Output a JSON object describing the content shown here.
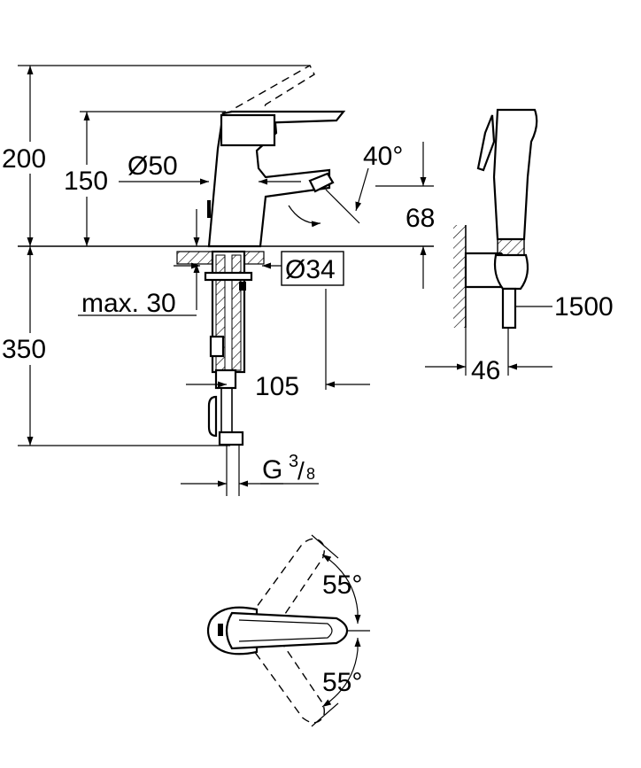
{
  "dimensions": {
    "overall_height": "200",
    "spout_height": "150",
    "body_diameter": "Ø50",
    "lever_angle": "40°",
    "spout_offset": "68",
    "hole_diameter": "Ø34",
    "max_deck_thickness": "max. 30",
    "below_deck_length": "350",
    "spout_reach": "105",
    "connection_thread": "G",
    "thread_fraction_num": "3",
    "thread_fraction_den": "8",
    "hose_length": "1500",
    "handshower_width": "46",
    "rotation_left": "55°",
    "rotation_right": "55°"
  }
}
